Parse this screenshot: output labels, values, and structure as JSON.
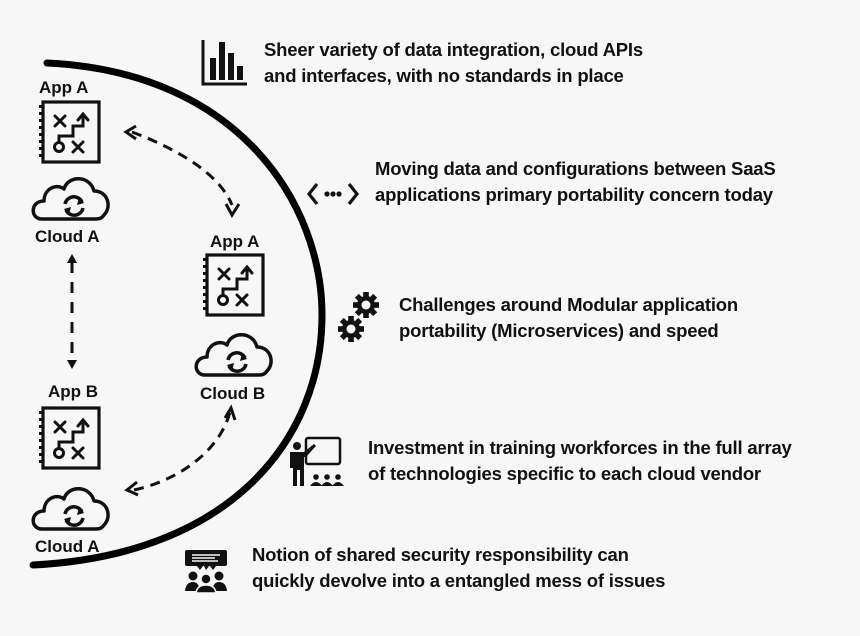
{
  "diagram": {
    "left_nodes": [
      {
        "app_label": "App A",
        "cloud_label": "Cloud A"
      },
      {
        "app_label": "App B",
        "cloud_label": "Cloud A"
      }
    ],
    "center_node": {
      "app_label": "App A",
      "cloud_label": "Cloud B"
    }
  },
  "challenges": [
    {
      "icon": "bar-chart-icon",
      "lines": [
        "Sheer variety of data integration, cloud APIs",
        "and interfaces, with no standards in place"
      ]
    },
    {
      "icon": "code-dots-icon",
      "lines": [
        "Moving data and configurations between SaaS",
        "applications primary portability concern today"
      ]
    },
    {
      "icon": "gears-icon",
      "lines": [
        "Challenges around Modular application",
        "portability (Microservices) and speed"
      ]
    },
    {
      "icon": "training-presenter-icon",
      "lines": [
        "Investment in training workforces in the full array",
        "of technologies specific to each cloud vendor"
      ]
    },
    {
      "icon": "group-discussion-icon",
      "lines": [
        "Notion of shared security responsibility can",
        "quickly devolve into a entangled mess of issues"
      ]
    }
  ]
}
